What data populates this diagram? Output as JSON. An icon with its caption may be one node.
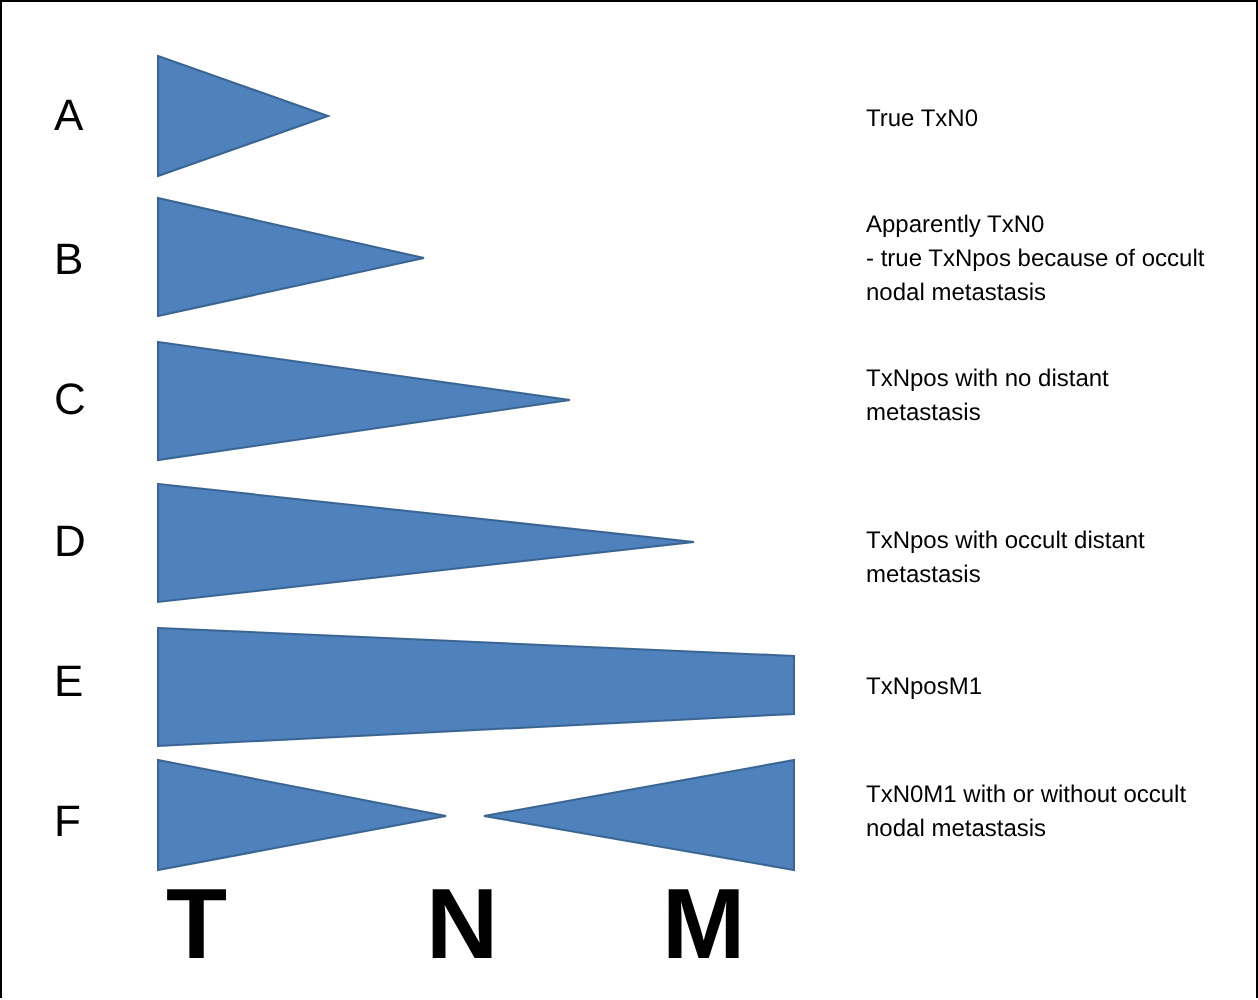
{
  "diagram": {
    "labels": [
      "A",
      "True TxN0",
      "B",
      "Apparently TxN0",
      "- true TxNpos because of occult nodal metastasis",
      "C",
      "TxNpos with no distant metastasis",
      "D",
      "TxNpos with occult distant metastasis",
      "E",
      "TxNposM1",
      "F",
      "TxN0M1 with or without occult nodal metastasis",
      "T",
      "N",
      "M"
    ]
  }
}
